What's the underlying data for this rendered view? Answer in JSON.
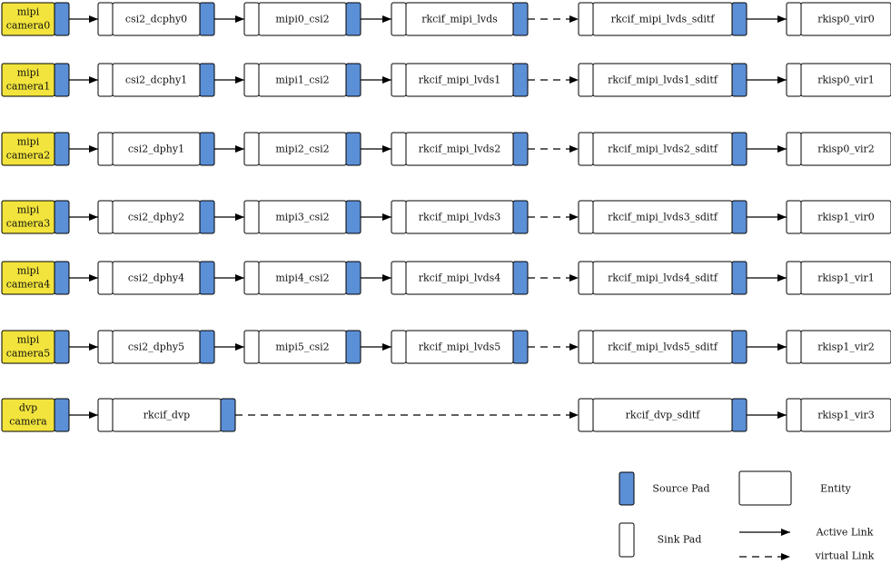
{
  "colors": {
    "source_pad": "#5B8FD6",
    "camera": "#F2E43C",
    "entity_fill": "#FFFFFF",
    "stroke": "#000000"
  },
  "rows": [
    {
      "camera": [
        "mipi",
        "camera0"
      ],
      "dphy": "csi2_dcphy0",
      "csi": "mipi0_csi2",
      "lvds": "rkcif_mipi_lvds",
      "sditf": "rkcif_mipi_lvds_sditf",
      "isp": "rkisp0_vir0"
    },
    {
      "camera": [
        "mipi",
        "camera1"
      ],
      "dphy": "csi2_dcphy1",
      "csi": "mipi1_csi2",
      "lvds": "rkcif_mipi_lvds1",
      "sditf": "rkcif_mipi_lvds1_sditf",
      "isp": "rkisp0_vir1"
    },
    {
      "camera": [
        "mipi",
        "camera2"
      ],
      "dphy": "csi2_dphy1",
      "csi": "mipi2_csi2",
      "lvds": "rkcif_mipi_lvds2",
      "sditf": "rkcif_mipi_lvds2_sditf",
      "isp": "rkisp0_vir2"
    },
    {
      "camera": [
        "mipi",
        "camera3"
      ],
      "dphy": "csi2_dphy2",
      "csi": "mipi3_csi2",
      "lvds": "rkcif_mipi_lvds3",
      "sditf": "rkcif_mipi_lvds3_sditf",
      "isp": "rkisp1_vir0"
    },
    {
      "camera": [
        "mipi",
        "camera4"
      ],
      "dphy": "csi2_dphy4",
      "csi": "mipi4_csi2",
      "lvds": "rkcif_mipi_lvds4",
      "sditf": "rkcif_mipi_lvds4_sditf",
      "isp": "rkisp1_vir1"
    },
    {
      "camera": [
        "mipi",
        "camera5"
      ],
      "dphy": "csi2_dphy5",
      "csi": "mipi5_csi2",
      "lvds": "rkcif_mipi_lvds5",
      "sditf": "rkcif_mipi_lvds5_sditf",
      "isp": "rkisp1_vir2"
    }
  ],
  "dvp": {
    "camera": [
      "dvp",
      "camera"
    ],
    "entity": "rkcif_dvp",
    "sditf": "rkcif_dvp_sditf",
    "isp": "rkisp1_vir3"
  },
  "legend": {
    "source_pad": "Source Pad",
    "entity": "Entity",
    "sink_pad": "Sink Pad",
    "active_link": "Active Link",
    "virtual_link": "virtual Link"
  }
}
